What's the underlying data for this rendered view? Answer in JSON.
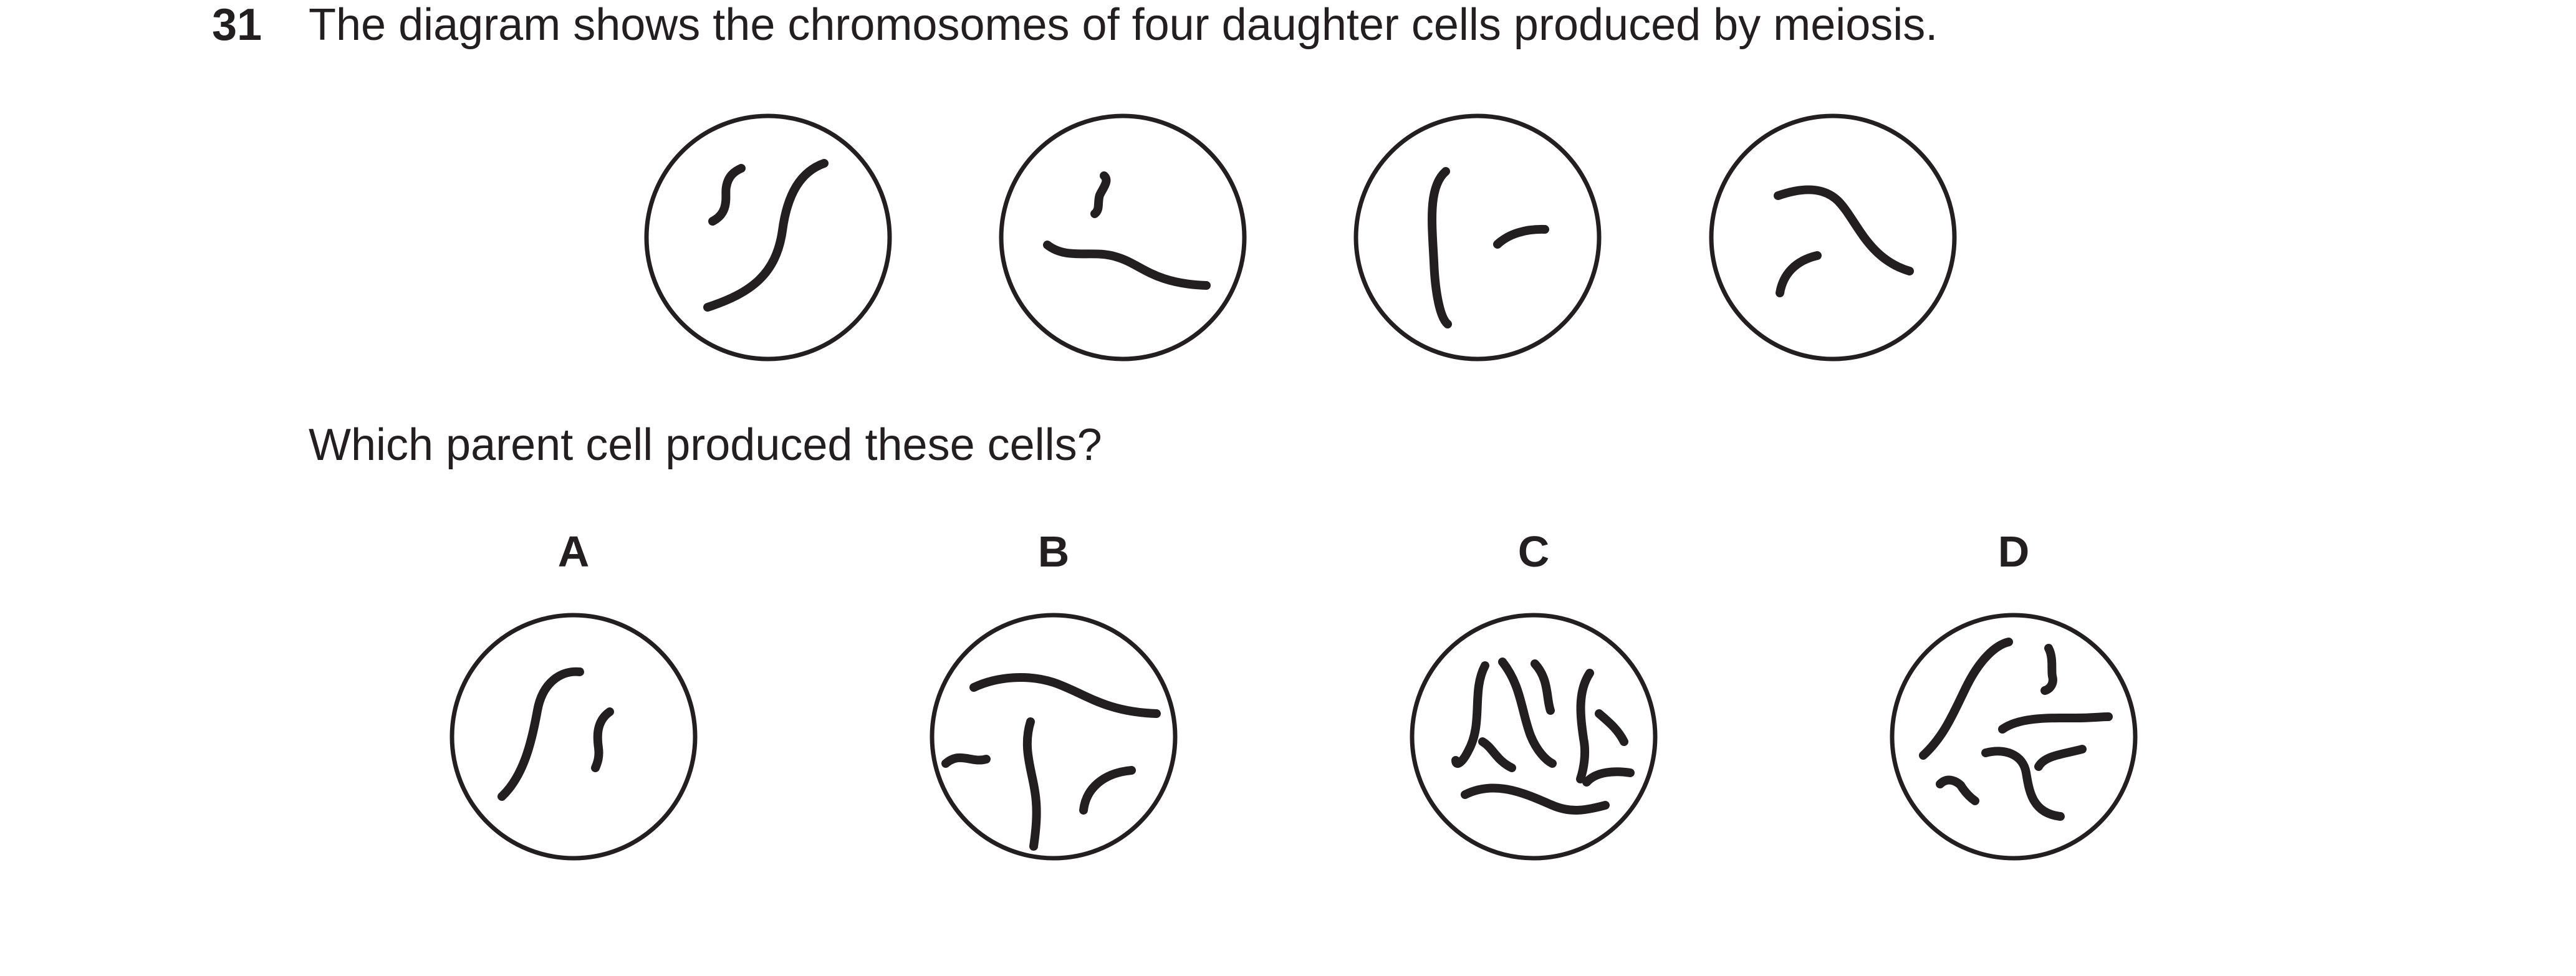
{
  "question": {
    "number": "31",
    "text": "The diagram shows the chromosomes of four daughter cells produced by meiosis.",
    "prompt": "Which parent cell produced these cells?"
  },
  "options": [
    {
      "label": "A"
    },
    {
      "label": "B"
    },
    {
      "label": "C"
    },
    {
      "label": "D"
    }
  ]
}
